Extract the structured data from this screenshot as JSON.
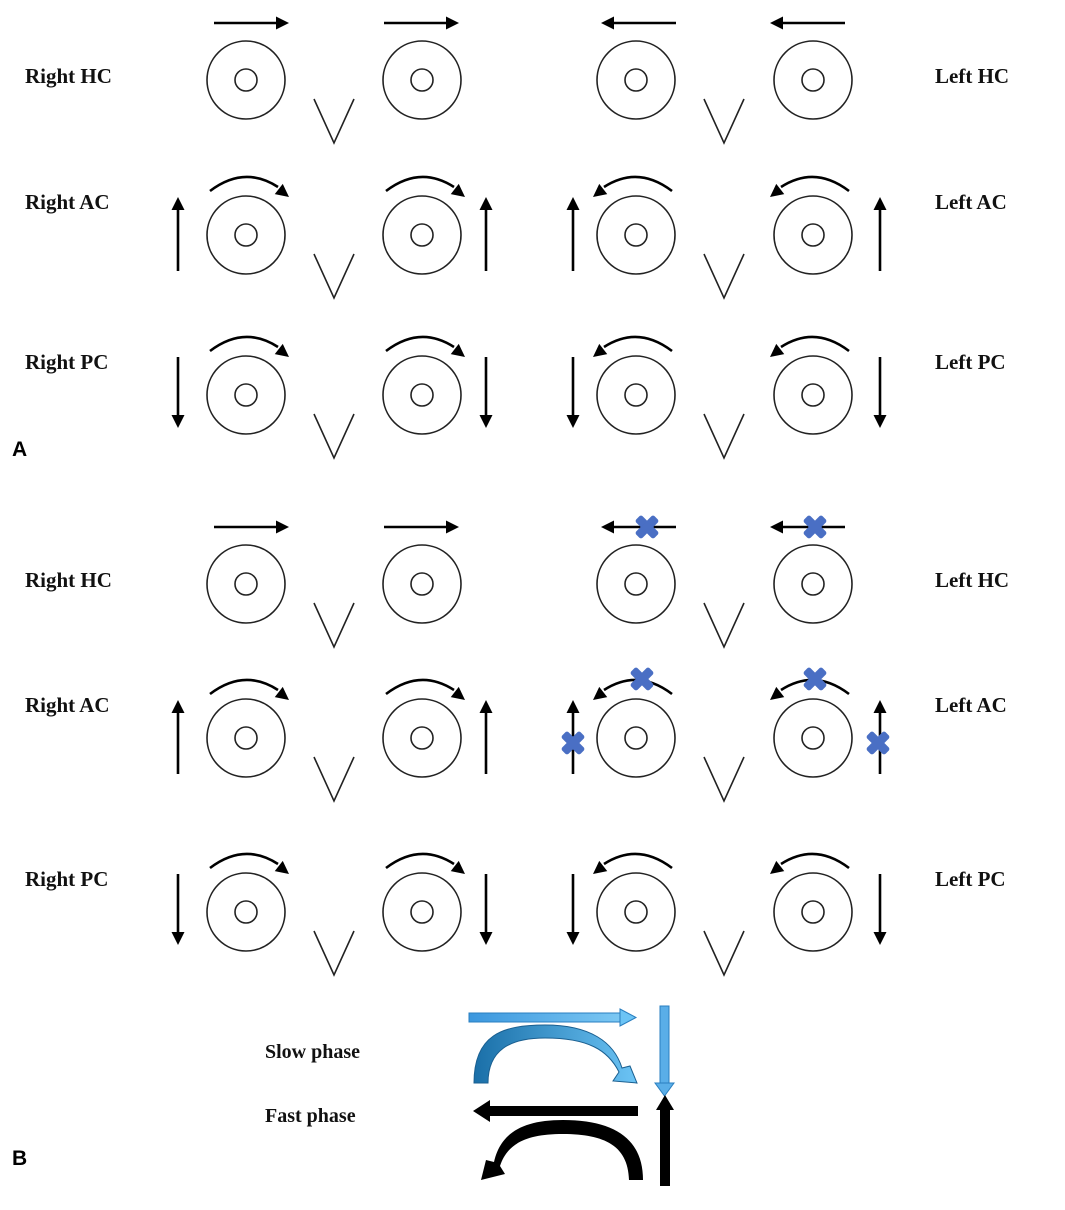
{
  "panel_a": {
    "label": "A",
    "rows": [
      {
        "left_label": "Right HC",
        "right_label": "Left HC",
        "type": "HC"
      },
      {
        "left_label": "Right AC",
        "right_label": "Left AC",
        "type": "AC"
      },
      {
        "left_label": "Right PC",
        "right_label": "Left PC",
        "type": "PC"
      }
    ]
  },
  "panel_b": {
    "label": "B",
    "rows": [
      {
        "left_label": "Right HC",
        "right_label": "Left HC",
        "type": "HC"
      },
      {
        "left_label": "Right AC",
        "right_label": "Left AC",
        "type": "AC"
      },
      {
        "left_label": "Right PC",
        "right_label": "Left PC",
        "type": "PC"
      }
    ],
    "blocked_markers": [
      "Left HC",
      "Left AC"
    ]
  },
  "legend": {
    "slow_phase": "Slow phase",
    "fast_phase": "Fast phase"
  },
  "colors": {
    "ink": "#000000",
    "slow_phase_blue": "#5aaee8",
    "slow_phase_dark_blue": "#1a6fa8",
    "block_marker": "#4a6fc4"
  },
  "icons": {
    "eye": "eye-icon",
    "nose": "nose-v-icon",
    "block": "cross-block-icon"
  }
}
